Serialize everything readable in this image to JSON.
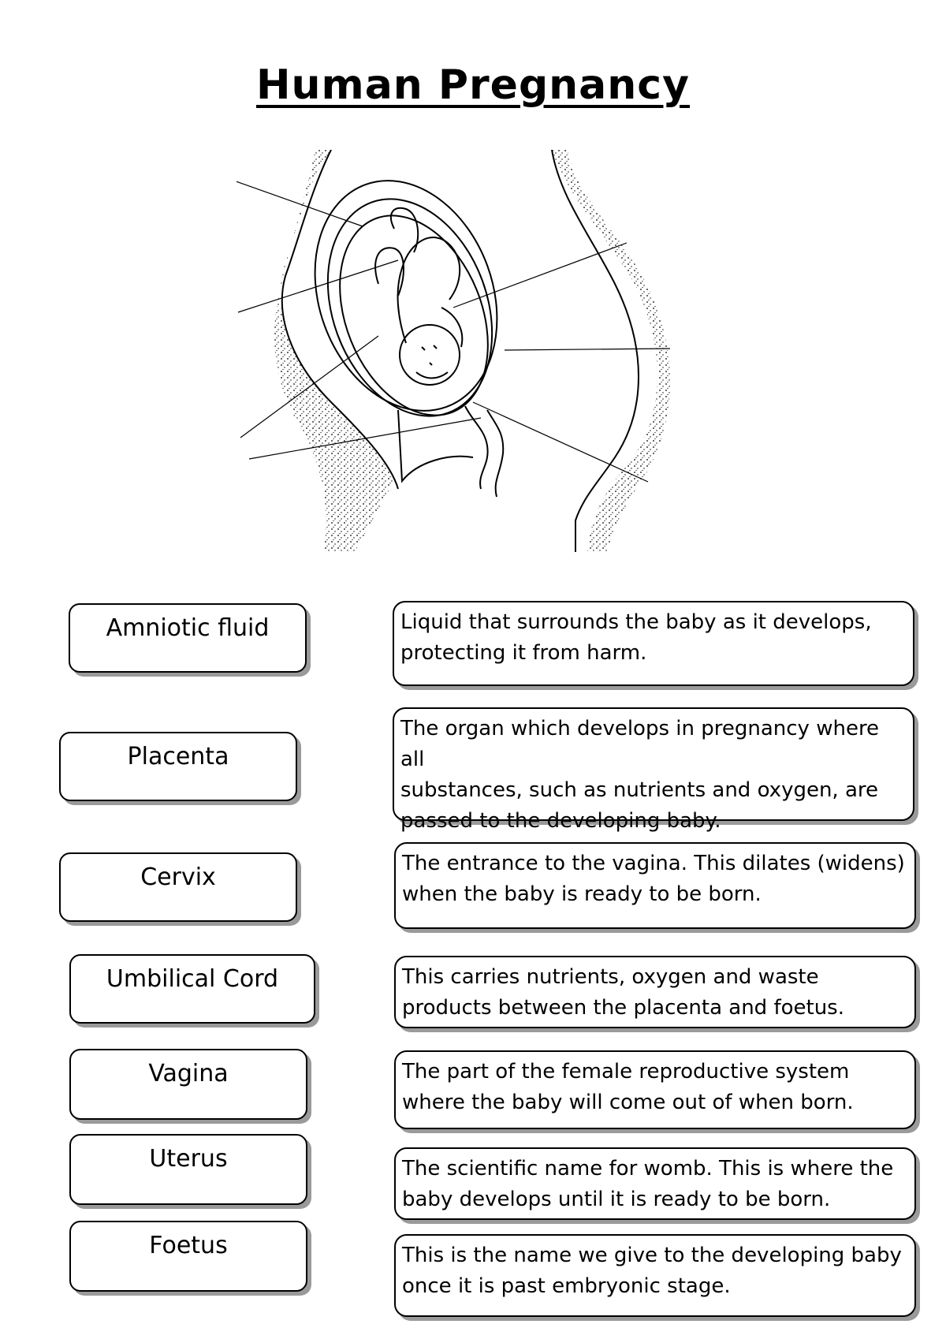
{
  "title": "Human Pregnancy",
  "terms": [
    {
      "label": "Amniotic fluid",
      "description": "Liquid that surrounds the baby as it develops,\nprotecting it from harm."
    },
    {
      "label": "Placenta",
      "description": "The organ which develops in pregnancy where all\nsubstances, such as nutrients and oxygen, are\npassed to the developing baby."
    },
    {
      "label": "Cervix",
      "description": "The entrance to the vagina. This dilates (widens)\nwhen the baby is ready to be born."
    },
    {
      "label": "Umbilical Cord",
      "description": "This carries nutrients, oxygen and waste\nproducts between the placenta and foetus."
    },
    {
      "label": "Vagina",
      "description": "The part of the female reproductive system\nwhere the baby will come out of when born."
    },
    {
      "label": "Uterus",
      "description": "The scientific name for womb. This is where the\nbaby develops until it is ready to be born."
    },
    {
      "label": "Foetus",
      "description": "This is the name we give to the developing baby\nonce it is past embryonic stage."
    }
  ]
}
